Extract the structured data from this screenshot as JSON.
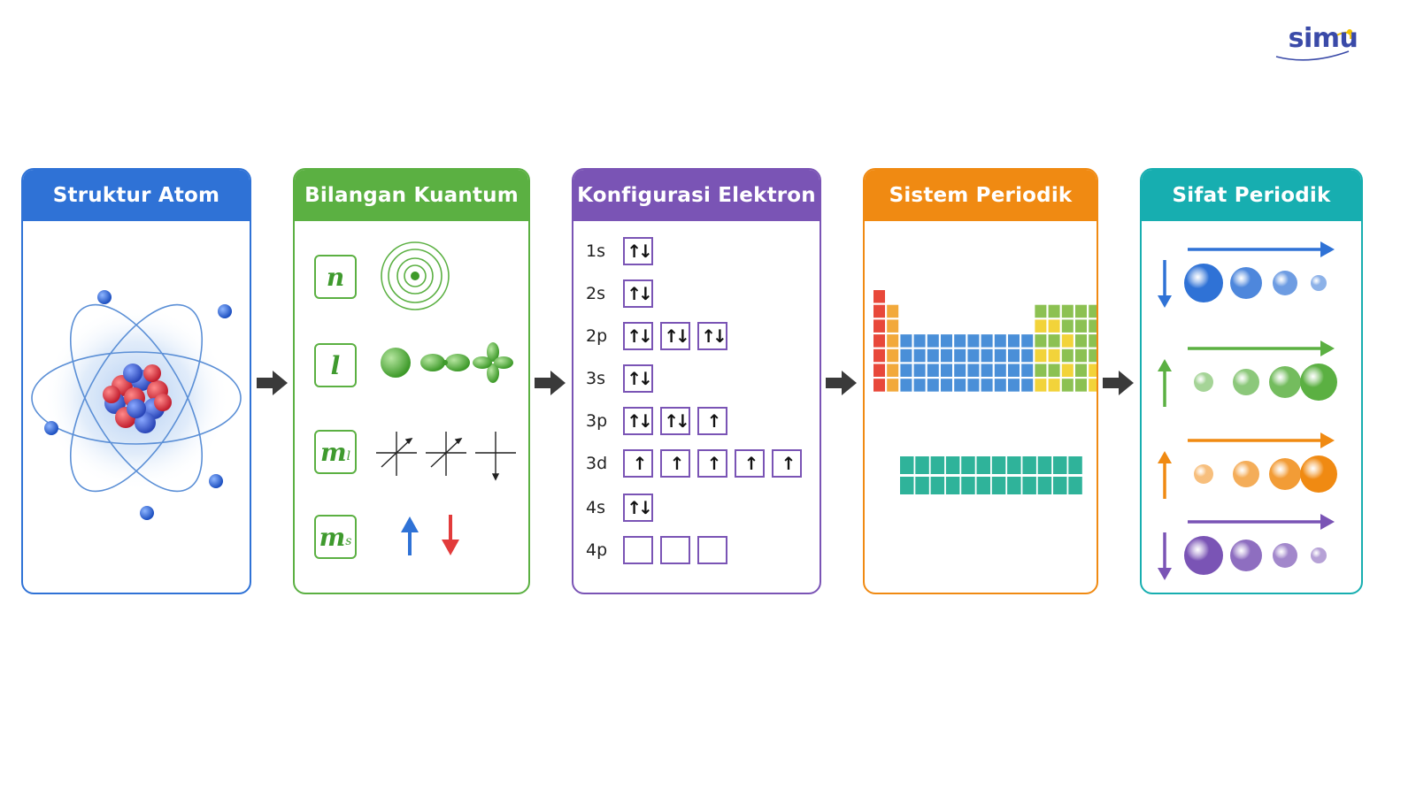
{
  "logo": {
    "text": "simu",
    "color": "#3a4aa8",
    "accent": "#f2c200"
  },
  "colors": {
    "blue": "#2f72d6",
    "green": "#5bb042",
    "purple": "#7a54b5",
    "orange": "#f08a12",
    "teal": "#17aeb0"
  },
  "panels": [
    {
      "title": "Struktur Atom"
    },
    {
      "title": "Bilangan Kuantum"
    },
    {
      "title": "Konfigurasi Elektron"
    },
    {
      "title": "Sistem Periodik"
    },
    {
      "title": "Sifat Periodik"
    }
  ],
  "quantum_numbers": [
    {
      "symbol": "n",
      "sub": "",
      "icon": "concentric-shells-icon"
    },
    {
      "symbol": "l",
      "sub": "",
      "icon": "orbital-shapes-icon"
    },
    {
      "symbol": "m",
      "sub": "l",
      "icon": "orientation-axes-icon"
    },
    {
      "symbol": "m",
      "sub": "s",
      "icon": "spin-arrows-icon"
    }
  ],
  "configuration": [
    {
      "label": "1s",
      "boxes": [
        "↑↓"
      ]
    },
    {
      "label": "2s",
      "boxes": [
        "↑↓"
      ]
    },
    {
      "label": "2p",
      "boxes": [
        "↑↓",
        "↑↓",
        "↑↓"
      ]
    },
    {
      "label": "3s",
      "boxes": [
        "↑↓"
      ]
    },
    {
      "label": "3p",
      "boxes": [
        "↑↓",
        "↑↓",
        "↑"
      ]
    },
    {
      "label": "3d",
      "boxes": [
        "↑",
        "↑",
        "↑",
        "↑",
        "↑"
      ]
    },
    {
      "label": "4s",
      "boxes": [
        "↑↓"
      ]
    },
    {
      "label": "4p",
      "boxes": [
        "",
        "",
        ""
      ]
    }
  ],
  "periodic_table_colors": {
    "alkali": "#e8483a",
    "alkaline": "#f2a93b",
    "transition": "#4a8fd8",
    "metalloid": "#f2d33a",
    "nonmetal": "#8cc152",
    "noble": "#9b59b6",
    "f_block": "#2fb39a"
  },
  "trends": [
    {
      "color": "#2f72d6",
      "vertical": "down",
      "sizes": "decreasing"
    },
    {
      "color": "#5bb042",
      "vertical": "up",
      "sizes": "increasing"
    },
    {
      "color": "#f08a12",
      "vertical": "up",
      "sizes": "increasing"
    },
    {
      "color": "#7a54b5",
      "vertical": "down",
      "sizes": "decreasing"
    }
  ]
}
